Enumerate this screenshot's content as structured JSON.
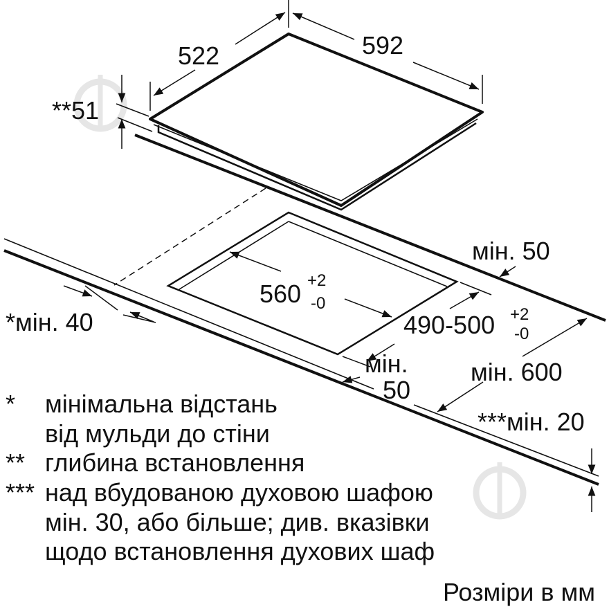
{
  "dimensions": {
    "depth": "522",
    "width": "592",
    "install_depth": "**51",
    "rear_clearance": "мін. 50",
    "cutout_width": "560",
    "cutout_width_tol_plus": "+2",
    "cutout_width_tol_minus": "-0",
    "wall_distance": "*мін. 40",
    "cutout_depth": "490-500",
    "cutout_depth_tol_plus": "+2",
    "cutout_depth_tol_minus": "-0",
    "front_clearance_label": "мін.",
    "front_clearance_value": "50",
    "worktop_depth": "мін. 600",
    "worktop_thickness": "***мін. 20"
  },
  "footnotes": [
    {
      "mark": "*",
      "lines": [
        "мінімальна відстань",
        "від мульди до стіни"
      ]
    },
    {
      "mark": "**",
      "lines": [
        "глибина встановлення"
      ]
    },
    {
      "mark": "***",
      "lines": [
        "над вбудованою духовою шафою",
        "мін. 30, або більше; див. вказівки",
        "щодо встановлення духових шаф"
      ]
    }
  ],
  "units_note": "Розміри в мм",
  "colors": {
    "line": "#111111",
    "watermark": "#e6e6e6"
  }
}
